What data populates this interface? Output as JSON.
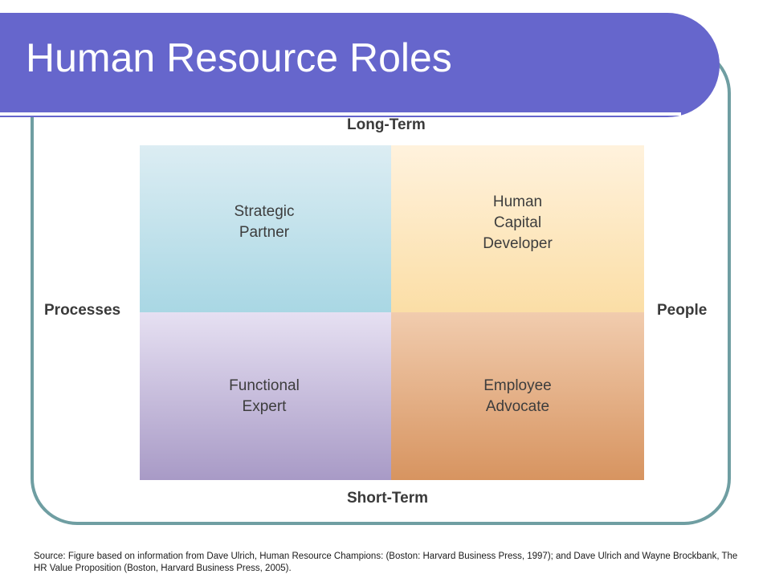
{
  "slide": {
    "title": "Human Resource Roles",
    "source": "Source: Figure based on information from Dave Ulrich, Human Resource Champions: (Boston: Harvard Business Press, 1997); and Dave Ulrich and Wayne Brockbank, The HR Value Proposition (Boston, Harvard Business Press, 2005)."
  },
  "diagram": {
    "axes": {
      "top": "Long-Term",
      "bottom": "Short-Term",
      "left": "Processes",
      "right": "People"
    },
    "quadrants": {
      "top_left": "Strategic\nPartner",
      "top_right": "Human\nCapital\nDeveloper",
      "bottom_left": "Functional\nExpert",
      "bottom_right": "Employee\nAdvocate"
    }
  },
  "colors": {
    "title_bar": "#6666cc",
    "frame_border": "#6f9ea2",
    "top_left_fill": "#a9d7e4",
    "top_right_fill": "#fbdea6",
    "bottom_left_fill": "#a89ac6",
    "bottom_right_fill": "#d79460"
  }
}
